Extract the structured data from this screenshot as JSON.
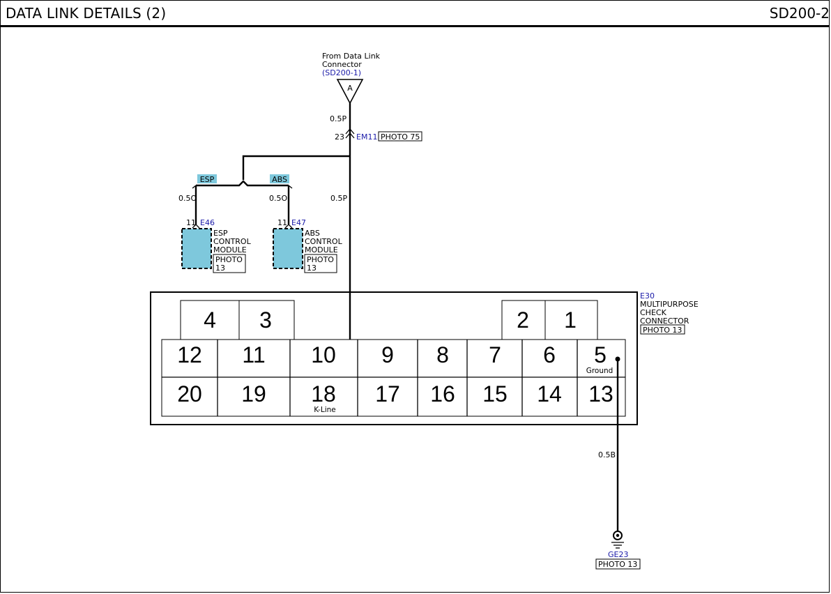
{
  "header": {
    "title": "DATA LINK DETAILS (2)",
    "code": "SD200-2"
  },
  "source": {
    "line1": "From Data Link",
    "line2": "Connector",
    "ref": "(SD200-1)",
    "terminal": "A",
    "wire": "0.5P"
  },
  "em11": {
    "pin": "23",
    "id": "EM11",
    "photo": "PHOTO 75"
  },
  "splice_wire": "0.5P",
  "esp": {
    "tag": "ESP",
    "wire": "0.5O",
    "pin": "11",
    "id": "E46",
    "name1": "ESP",
    "name2": "CONTROL",
    "name3": "MODULE",
    "photo1": "PHOTO",
    "photo2": "13"
  },
  "abs": {
    "tag": "ABS",
    "wire": "0.5O",
    "pin": "11",
    "id": "E47",
    "name1": "ABS",
    "name2": "CONTROL",
    "name3": "MODULE",
    "photo1": "PHOTO",
    "photo2": "13"
  },
  "e30": {
    "id": "E30",
    "name1": "MULTIPURPOSE",
    "name2": "CHECK",
    "name3": "CONNECTOR",
    "photo": "PHOTO 13",
    "pins_top": [
      "4",
      "3",
      "2",
      "1"
    ],
    "pins_row1": [
      "12",
      "11",
      "10",
      "9",
      "8",
      "7",
      "6",
      "5"
    ],
    "pins_row2": [
      "20",
      "19",
      "18",
      "17",
      "16",
      "15",
      "14",
      "13"
    ],
    "pin5_label": "Ground",
    "pin18_label": "K-Line"
  },
  "ground": {
    "wire": "0.5B",
    "id": "GE23",
    "photo": "PHOTO 13"
  },
  "colors": {
    "module_fill": "#7ec8dc",
    "tag_fill": "#7ec8dc",
    "ref_blue": "#1a1aa8"
  }
}
